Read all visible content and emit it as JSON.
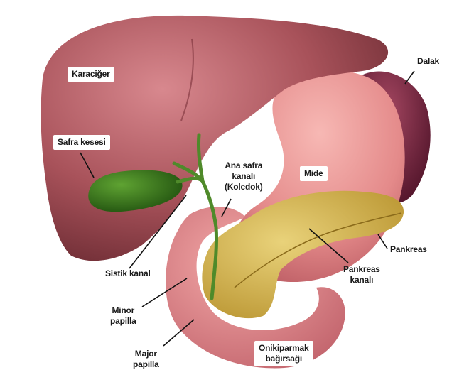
{
  "labels": {
    "karaciger": "Karaciğer",
    "safra_kesesi": "Safra kesesi",
    "ana_safra": [
      "Ana safra",
      "kanalı",
      "(Koledok)"
    ],
    "mide": "Mide",
    "dalak": "Dalak",
    "pankreas": "Pankreas",
    "pankreas_kanali": [
      "Pankreas",
      "kanalı"
    ],
    "sistik_kanal": "Sistik kanal",
    "minor_papilla": [
      "Minor",
      "papilla"
    ],
    "major_papilla": [
      "Major",
      "papilla"
    ],
    "onikiparmak": [
      "Onikiparmak",
      "bağırsağı"
    ]
  },
  "colors": {
    "liver": "#a24a50",
    "stomach": "#e48a8a",
    "spleen": "#6e1f38",
    "pancreas": "#d4b64a",
    "gallbladder": "#2f6e1a",
    "duodenum": "#e07f86"
  }
}
